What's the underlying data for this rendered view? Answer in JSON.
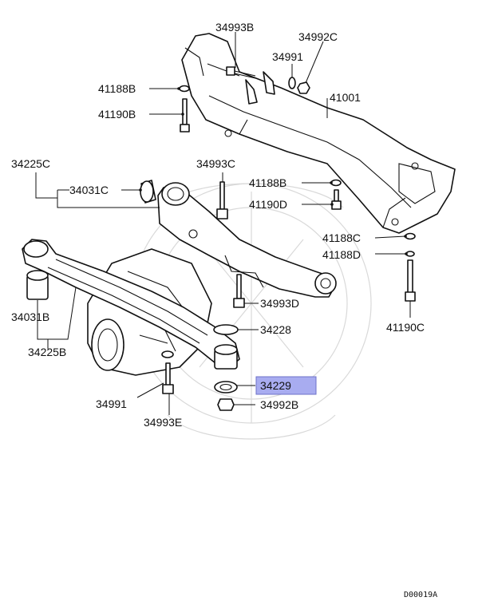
{
  "diagram": {
    "labels": {
      "l34993B": "34993B",
      "l34992C": "34992C",
      "l34991a": "34991",
      "l41188Ba": "41188B",
      "l41001": "41001",
      "l41190Ba": "41190B",
      "l34225C": "34225C",
      "l34993C": "34993C",
      "l34031C": "34031C",
      "l41188Bb": "41188B",
      "l41190D": "41190D",
      "l41188C": "41188C",
      "l41188D": "41188D",
      "l34993D": "34993D",
      "l34031B": "34031B",
      "l34228": "34228",
      "l41190C": "41190C",
      "l34225B": "34225B",
      "l34229": "34229",
      "l34991b": "34991",
      "l34992B": "34992B",
      "l34993E": "34993E"
    },
    "highlight_color": "#a8acf0",
    "drawing_code": "D00019A"
  }
}
